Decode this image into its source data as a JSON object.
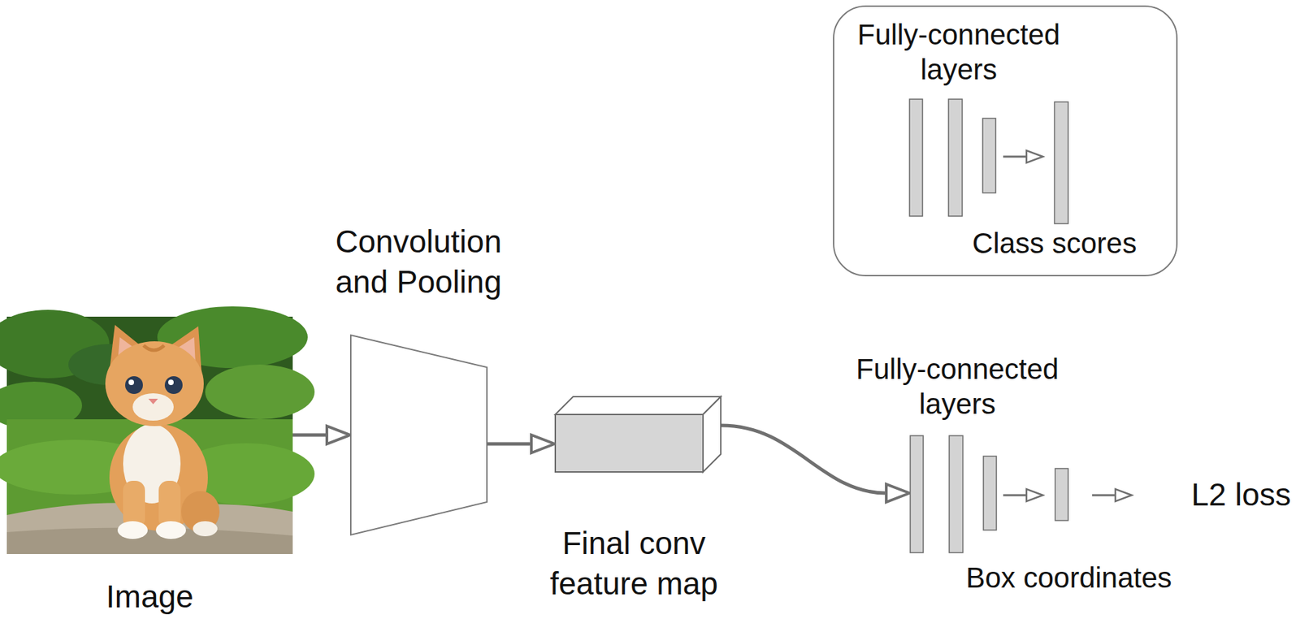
{
  "diagram": {
    "nodes": [
      {
        "text": [
          "Fully-connected layers",
          "Class scores"
        ]
      },
      {
        "text": [
          "Image"
        ]
      },
      {
        "text": [
          "Convolution and Pooling"
        ]
      },
      {
        "text": [
          "Final conv feature map"
        ]
      },
      {
        "text": [
          "Fully-connected layers",
          "Box coordinates"
        ]
      }
    ],
    "edges": [
      {
        "from": 1,
        "to": 2,
        "arrow": "to"
      },
      {
        "from": 2,
        "to": 3,
        "arrow": "to"
      },
      {
        "from": 3,
        "to": 4,
        "arrow": "to"
      }
    ],
    "labels": [
      "L2 loss"
    ]
  }
}
